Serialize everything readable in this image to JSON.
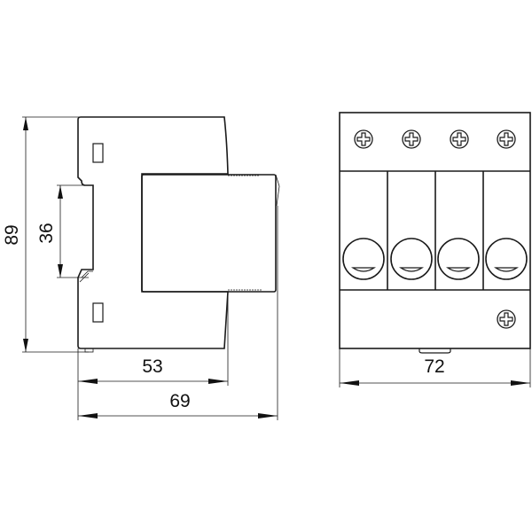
{
  "drawing": {
    "side_view": {
      "height_label": "89",
      "rail_label": "36",
      "depth_label": "53",
      "total_depth_label": "69"
    },
    "front_view": {
      "width_label": "72",
      "poles": 4
    }
  }
}
